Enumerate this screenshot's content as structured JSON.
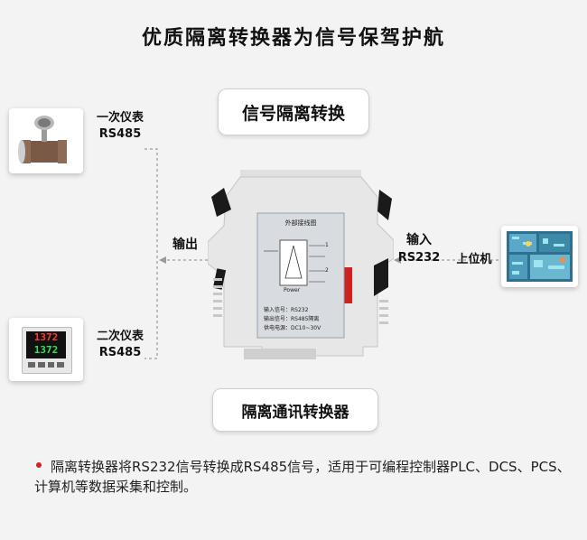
{
  "title": "优质隔离转换器为信号保驾护航",
  "top_label": "信号隔离转换",
  "bottom_label": "隔离通讯转换器",
  "device1": {
    "name": "一次仪表",
    "protocol": "RS485",
    "icon": "flowmeter-icon"
  },
  "device2": {
    "name": "二次仪表",
    "protocol": "RS485",
    "display_top": "1372",
    "display_bottom": "1372",
    "icon": "panel-meter-icon"
  },
  "host": {
    "name": "上位机",
    "icon": "computer-host-icon"
  },
  "output_label": "输出",
  "input_label": "输入",
  "input_protocol": "RS232",
  "converter": {
    "panel_title": "外部接线图",
    "label_1": "1",
    "label_2": "2",
    "label_power": "Power",
    "spec_line1": "输入信号：RS232",
    "spec_line2": "输出信号：RS485隔离",
    "spec_line3": "供电电源：DC10~30V"
  },
  "description": "隔离转换器将RS232信号转换成RS485信号，适用于可编程控制器PLC、DCS、PCS、计算机等数据采集和控制。",
  "colors": {
    "background": "#f3f3f3",
    "accent_red": "#cc2222",
    "arrow": "#999999"
  }
}
